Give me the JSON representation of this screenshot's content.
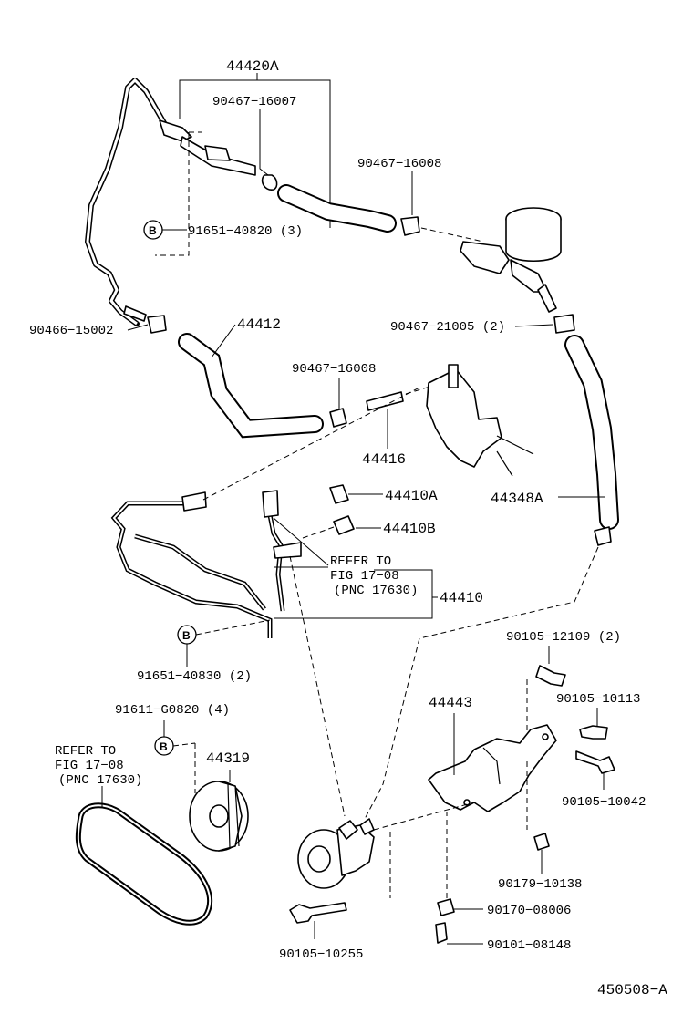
{
  "labels": {
    "p44420a": "44420A",
    "p90467_16007": "90467−16007",
    "p90467_16008_top": "90467−16008",
    "p91651_40820": "91651−40820 (3)",
    "p90466_15002": "90466−15002",
    "p44412": "44412",
    "p90467_21005": "90467−21005 (2)",
    "p90467_16008_mid": "90467−16008",
    "p44416": "44416",
    "p44410a": "44410A",
    "p44410b": "44410B",
    "p44348a": "44348A",
    "refer_fig_1": "REFER TO",
    "refer_fig_2": "FIG 17−08",
    "refer_fig_3": "(PNC 17630)",
    "p44410": "44410",
    "p91651_40830": "91651−40830 (2)",
    "p90105_12109": "90105−12109 (2)",
    "p44443": "44443",
    "p90105_10113": "90105−10113",
    "p91611_g0820": "91611−G0820 (4)",
    "p44319": "44319",
    "refer_belt_1": "REFER TO",
    "refer_belt_2": "FIG 17−08",
    "refer_belt_3": "(PNC 17630)",
    "p90105_10042": "90105−10042",
    "p90179_10138": "90179−10138",
    "p90170_08006": "90170−08006",
    "p90101_08148": "90101−08148",
    "p90105_10255": "90105−10255",
    "diagram_id": "450508−A",
    "badge_b": "B"
  }
}
